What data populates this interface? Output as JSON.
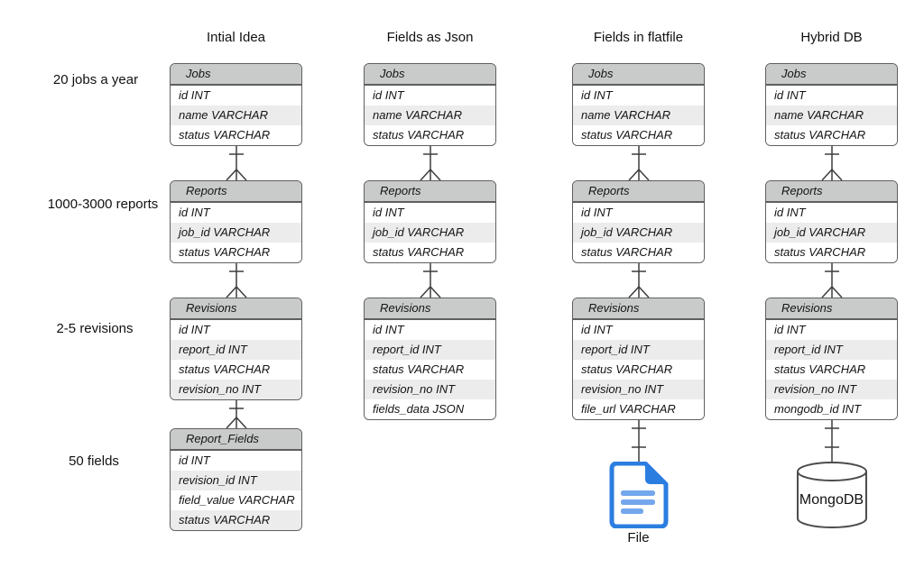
{
  "annotations": [
    {
      "text": "20 jobs a year"
    },
    {
      "text": "1000-3000 reports"
    },
    {
      "text": "2-5 revisions"
    },
    {
      "text": "50 fields"
    }
  ],
  "columns": [
    {
      "title": "Intial Idea",
      "tables": [
        {
          "name": "Jobs",
          "rows": [
            "id INT",
            "name VARCHAR",
            "status VARCHAR"
          ]
        },
        {
          "name": "Reports",
          "rows": [
            "id INT",
            "job_id VARCHAR",
            "status VARCHAR"
          ]
        },
        {
          "name": "Revisions",
          "rows": [
            "id INT",
            "report_id INT",
            "status VARCHAR",
            "revision_no INT"
          ]
        },
        {
          "name": "Report_Fields",
          "rows": [
            "id INT",
            "revision_id INT",
            "field_value VARCHAR",
            "status VARCHAR"
          ]
        }
      ],
      "connectors": [
        "one-many",
        "one-many",
        "one-many"
      ],
      "terminal": null
    },
    {
      "title": "Fields as Json",
      "tables": [
        {
          "name": "Jobs",
          "rows": [
            "id INT",
            "name VARCHAR",
            "status VARCHAR"
          ]
        },
        {
          "name": "Reports",
          "rows": [
            "id INT",
            "job_id VARCHAR",
            "status VARCHAR"
          ]
        },
        {
          "name": "Revisions",
          "rows": [
            "id INT",
            "report_id INT",
            "status VARCHAR",
            "revision_no INT",
            "fields_data JSON"
          ]
        }
      ],
      "connectors": [
        "one-many",
        "one-many"
      ],
      "terminal": null
    },
    {
      "title": "Fields in flatfile",
      "tables": [
        {
          "name": "Jobs",
          "rows": [
            "id INT",
            "name VARCHAR",
            "status VARCHAR"
          ]
        },
        {
          "name": "Reports",
          "rows": [
            "id INT",
            "job_id VARCHAR",
            "status VARCHAR"
          ]
        },
        {
          "name": "Revisions",
          "rows": [
            "id INT",
            "report_id INT",
            "status VARCHAR",
            "revision_no INT",
            "file_url VARCHAR"
          ]
        }
      ],
      "connectors": [
        "one-many",
        "one-many",
        "one-one"
      ],
      "terminal": {
        "type": "file",
        "label": "File"
      }
    },
    {
      "title": "Hybrid DB",
      "tables": [
        {
          "name": "Jobs",
          "rows": [
            "id INT",
            "name VARCHAR",
            "status VARCHAR"
          ]
        },
        {
          "name": "Reports",
          "rows": [
            "id INT",
            "job_id VARCHAR",
            "status VARCHAR"
          ]
        },
        {
          "name": "Revisions",
          "rows": [
            "id INT",
            "report_id INT",
            "status VARCHAR",
            "revision_no INT",
            "mongodb_id INT"
          ]
        }
      ],
      "connectors": [
        "one-many",
        "one-many",
        "one-one"
      ],
      "terminal": {
        "type": "database",
        "label": "MongoDB"
      }
    }
  ],
  "colors": {
    "table_header_bg": "#c9cbca",
    "table_row_alt_bg": "#ececec",
    "table_border": "#5f5f5f",
    "connector_stroke": "#3c3c3c",
    "file_icon_blue": "#2b7de0",
    "file_icon_light_blue": "#74a7ec",
    "cylinder_stroke": "#4c4c4c"
  }
}
